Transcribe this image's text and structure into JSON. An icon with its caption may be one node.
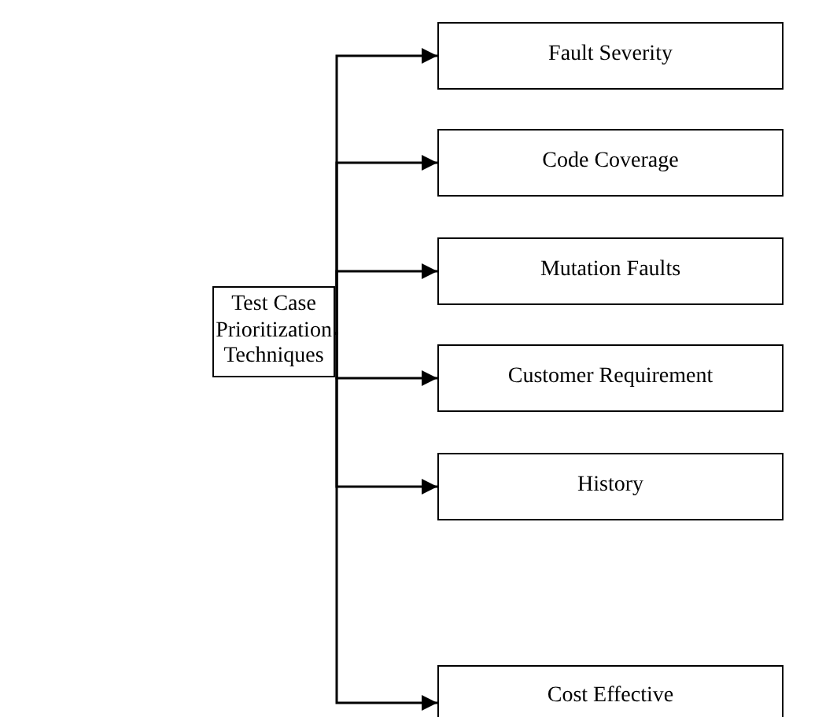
{
  "diagram": {
    "nodes": [
      {
        "text": [
          "Test Case Prioritization Techniques"
        ]
      },
      {
        "text": [
          "Fault Severity"
        ]
      },
      {
        "text": [
          "Code Coverage"
        ]
      },
      {
        "text": [
          "Mutation Faults"
        ]
      },
      {
        "text": [
          "Customer Requirement"
        ]
      },
      {
        "text": [
          "History"
        ]
      },
      {
        "text": [
          "Cost Effective"
        ]
      }
    ],
    "edges": [
      {
        "from": 0,
        "to": 1,
        "arrow": "to"
      },
      {
        "from": 0,
        "to": 2,
        "arrow": "to"
      },
      {
        "from": 0,
        "to": 3,
        "arrow": "to"
      },
      {
        "from": 0,
        "to": 4,
        "arrow": "to"
      },
      {
        "from": 0,
        "to": 5,
        "arrow": "to"
      },
      {
        "from": 0,
        "to": 6,
        "arrow": "to"
      }
    ]
  }
}
